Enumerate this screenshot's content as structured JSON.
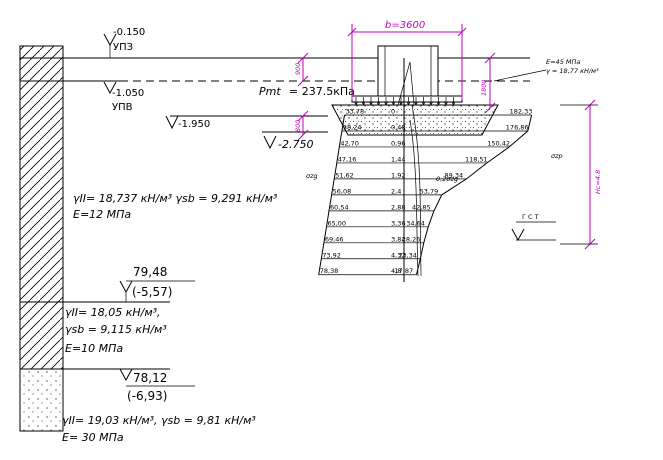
{
  "levels": [
    {
      "text": "-0.150",
      "sub": "УПЗ"
    },
    {
      "text": "-1.050",
      "sub": "УПВ"
    },
    {
      "text": "-1.950"
    },
    {
      "text": "-2.750"
    }
  ],
  "dims": {
    "b": "b=3600",
    "d900": "900",
    "d1800": "1800",
    "d800": "800",
    "hc": "Hc=4.8"
  },
  "pressure": {
    "label": "Pmt",
    "value": "= 237.5кПа"
  },
  "right_note": {
    "line1": "E=45 МПа",
    "line2": "γ ≈ 18,77 кН/м³"
  },
  "sigma": {
    "zg": "σzg",
    "zp": "σzp",
    "half": "0,2σzg"
  },
  "gst": "Г С Т",
  "profile": {
    "z": [
      "0",
      "0,48",
      "0,96",
      "1,44",
      "1,92",
      "2,4",
      "2,88",
      "3,36",
      "3,84",
      "4,32",
      "4,8"
    ],
    "szg": [
      "33,78",
      "38,24",
      "42,70",
      "47,16",
      "51,62",
      "56,08",
      "60,54",
      "65,00",
      "69,46",
      "73,92",
      "78,38"
    ],
    "szp": [
      "182,33",
      "176,86",
      "150,42",
      "118,51",
      "89,34",
      "53,79",
      "42,85",
      "34,64",
      "28,26",
      "23,34",
      "17,87"
    ]
  },
  "layers": [
    {
      "props": "γII= 18,737 кН/м³ γsb = 9,291 кН/м³",
      "e": "E=12 МПа"
    },
    {
      "props1": "γII= 18,05  кН/м³,",
      "props2": "γsb = 9,115  кН/м³",
      "e": "E=10 МПа"
    },
    {
      "props": "γII= 19,03  кН/м³,  γsb = 9,81 кН/м³",
      "e": "E= 30 МПа"
    }
  ],
  "boundaries": [
    {
      "value": "79,48",
      "sub": "(-5,57)"
    },
    {
      "value": "78,12",
      "sub": "(-6,93)"
    }
  ]
}
